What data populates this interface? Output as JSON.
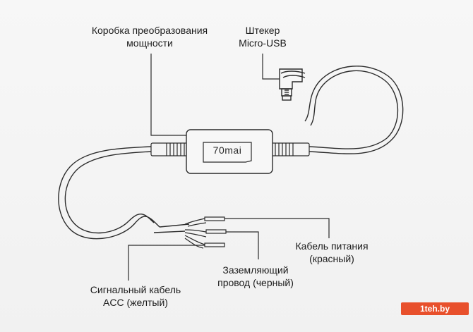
{
  "labels": {
    "power_box": [
      "Коробка преобразования",
      "мощности"
    ],
    "micro_usb": [
      "Штекер",
      "Micro-USB"
    ],
    "power_cable": [
      "Кабель питания",
      "(красный)"
    ],
    "ground_wire": [
      "Заземляющий",
      "провод (черный)"
    ],
    "acc_cable": [
      "Сигнальный кабель",
      "ACC (желтый)"
    ]
  },
  "brand": "70mai",
  "watermark": "1teh.by",
  "colors": {
    "watermark_bg": "#e8502c",
    "line": "#2b2b2b"
  }
}
